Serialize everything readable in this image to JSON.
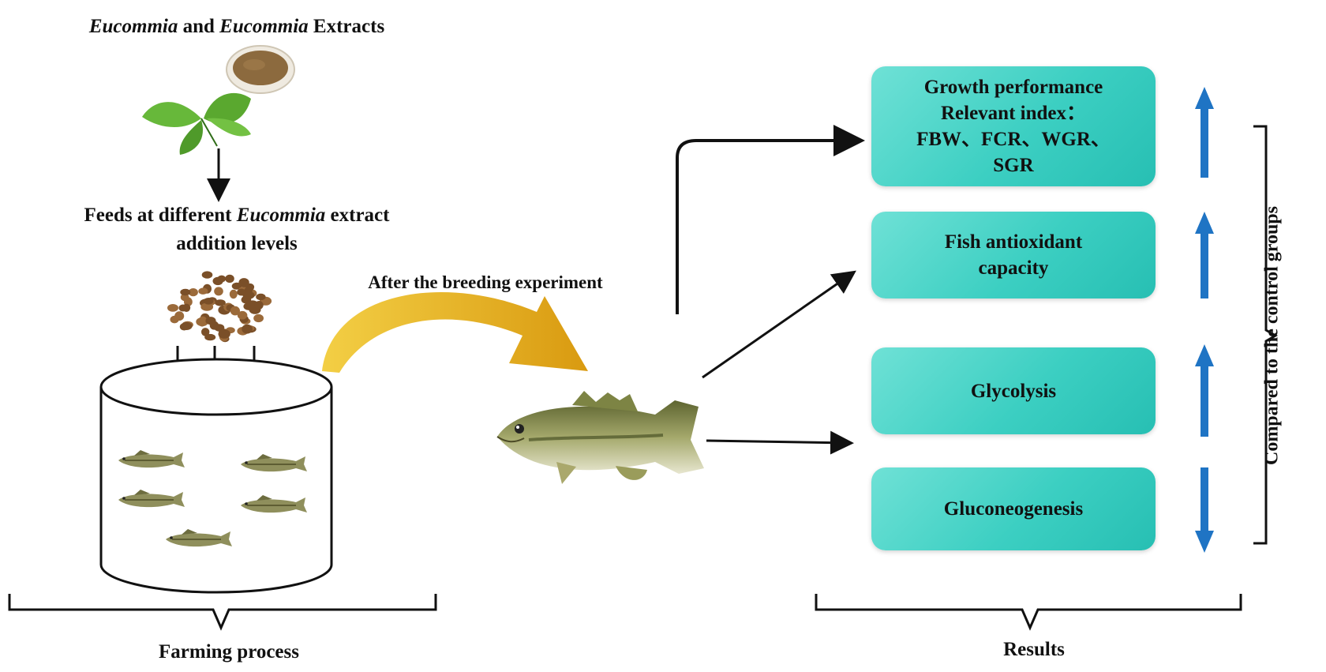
{
  "top_title": {
    "word1": "Eucommia",
    "and": " and ",
    "word2": "Eucommia",
    "rest": " Extracts"
  },
  "feeds_label": {
    "line1_pre": "Feeds at different ",
    "line1_italic": "Eucommia",
    "line1_post": " extract",
    "line2": "addition levels"
  },
  "breeding_label": "After the breeding experiment",
  "farming_label": "Farming process",
  "results_label": "Results",
  "control_label": "Compared to the control groups",
  "boxes": [
    {
      "lines": [
        "Growth performance",
        "Relevant index：",
        "FBW、FCR、WGR、",
        "SGR"
      ],
      "trend": "up"
    },
    {
      "lines": [
        "Fish antioxidant",
        "capacity"
      ],
      "trend": "up"
    },
    {
      "lines": [
        "Glycolysis"
      ],
      "trend": "up"
    },
    {
      "lines": [
        "Gluconeogenesis"
      ],
      "trend": "down"
    }
  ],
  "colors": {
    "box": "#3ccfc2",
    "trend_arrow": "#1f74c4",
    "curved_arrow": "#e8b21c",
    "fish_body": "#8a8f4e",
    "pellet": "#9b6a3a",
    "leaf": "#5fae34"
  }
}
